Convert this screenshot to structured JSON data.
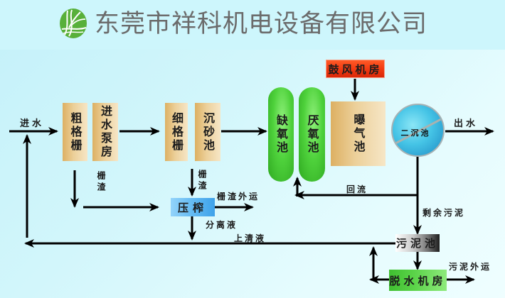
{
  "header": {
    "company_name": "东莞市祥科机电设备有限公司",
    "logo_icon": "company-leaf-logo"
  },
  "nodes": {
    "coarse_screen": "粗格栅",
    "pump_house": "进水泵房",
    "fine_screen": "细格栅",
    "grit_chamber": "沉砂池",
    "anoxic_tank": "缺氧池",
    "anaerobic_tank": "厌氧池",
    "blower_room": "鼓风机房",
    "aeration_tank": "曝气池",
    "secondary_clarifier": "二沉池",
    "press": "压榨",
    "sludge_tank": "污泥池",
    "dewatering_room": "脱水机房"
  },
  "edge_labels": {
    "inflow": "进水",
    "outflow": "出水",
    "screenings_coarse": "栅渣",
    "screenings_fine": "栅渣",
    "screenings_export": "栅渣外运",
    "separated_liquid": "分离液",
    "supernatant": "上清液",
    "return_flow": "回流",
    "excess_sludge": "剩余污泥",
    "sludge_export": "污泥外运"
  },
  "colors": {
    "process_tan": "#e6c283",
    "tank_green": "#4fd23c",
    "blower_red": "#f23b12",
    "press_blue": "#63baf2",
    "title_gray": "#6b6b6b"
  }
}
